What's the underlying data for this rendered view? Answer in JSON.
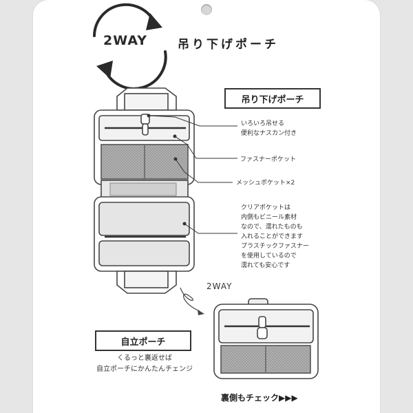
{
  "cycle_label": "2WAY",
  "title": "吊り下げポーチ",
  "hanging_label": "吊り下げポーチ",
  "callouts": {
    "hook": [
      "いろいろ吊せる",
      "便利なナスカン付き"
    ],
    "zipper_pocket": "ファスナーポケット",
    "mesh_pocket": "メッシュポケット×2",
    "clear_pocket": [
      "クリアポケットは",
      "内側もビニール素材",
      "なので、濡れたものも",
      "入れることができます",
      "プラスチックファスナー",
      "を使用しているので",
      "濡れても安心です"
    ]
  },
  "twoway_label": "2WAY",
  "standing_label": "自立ポーチ",
  "standing_desc": [
    "くるっと裏返せば",
    "自立ポーチにかんたんチェンジ"
  ],
  "back_check": "裏側もチェック▶▶▶"
}
